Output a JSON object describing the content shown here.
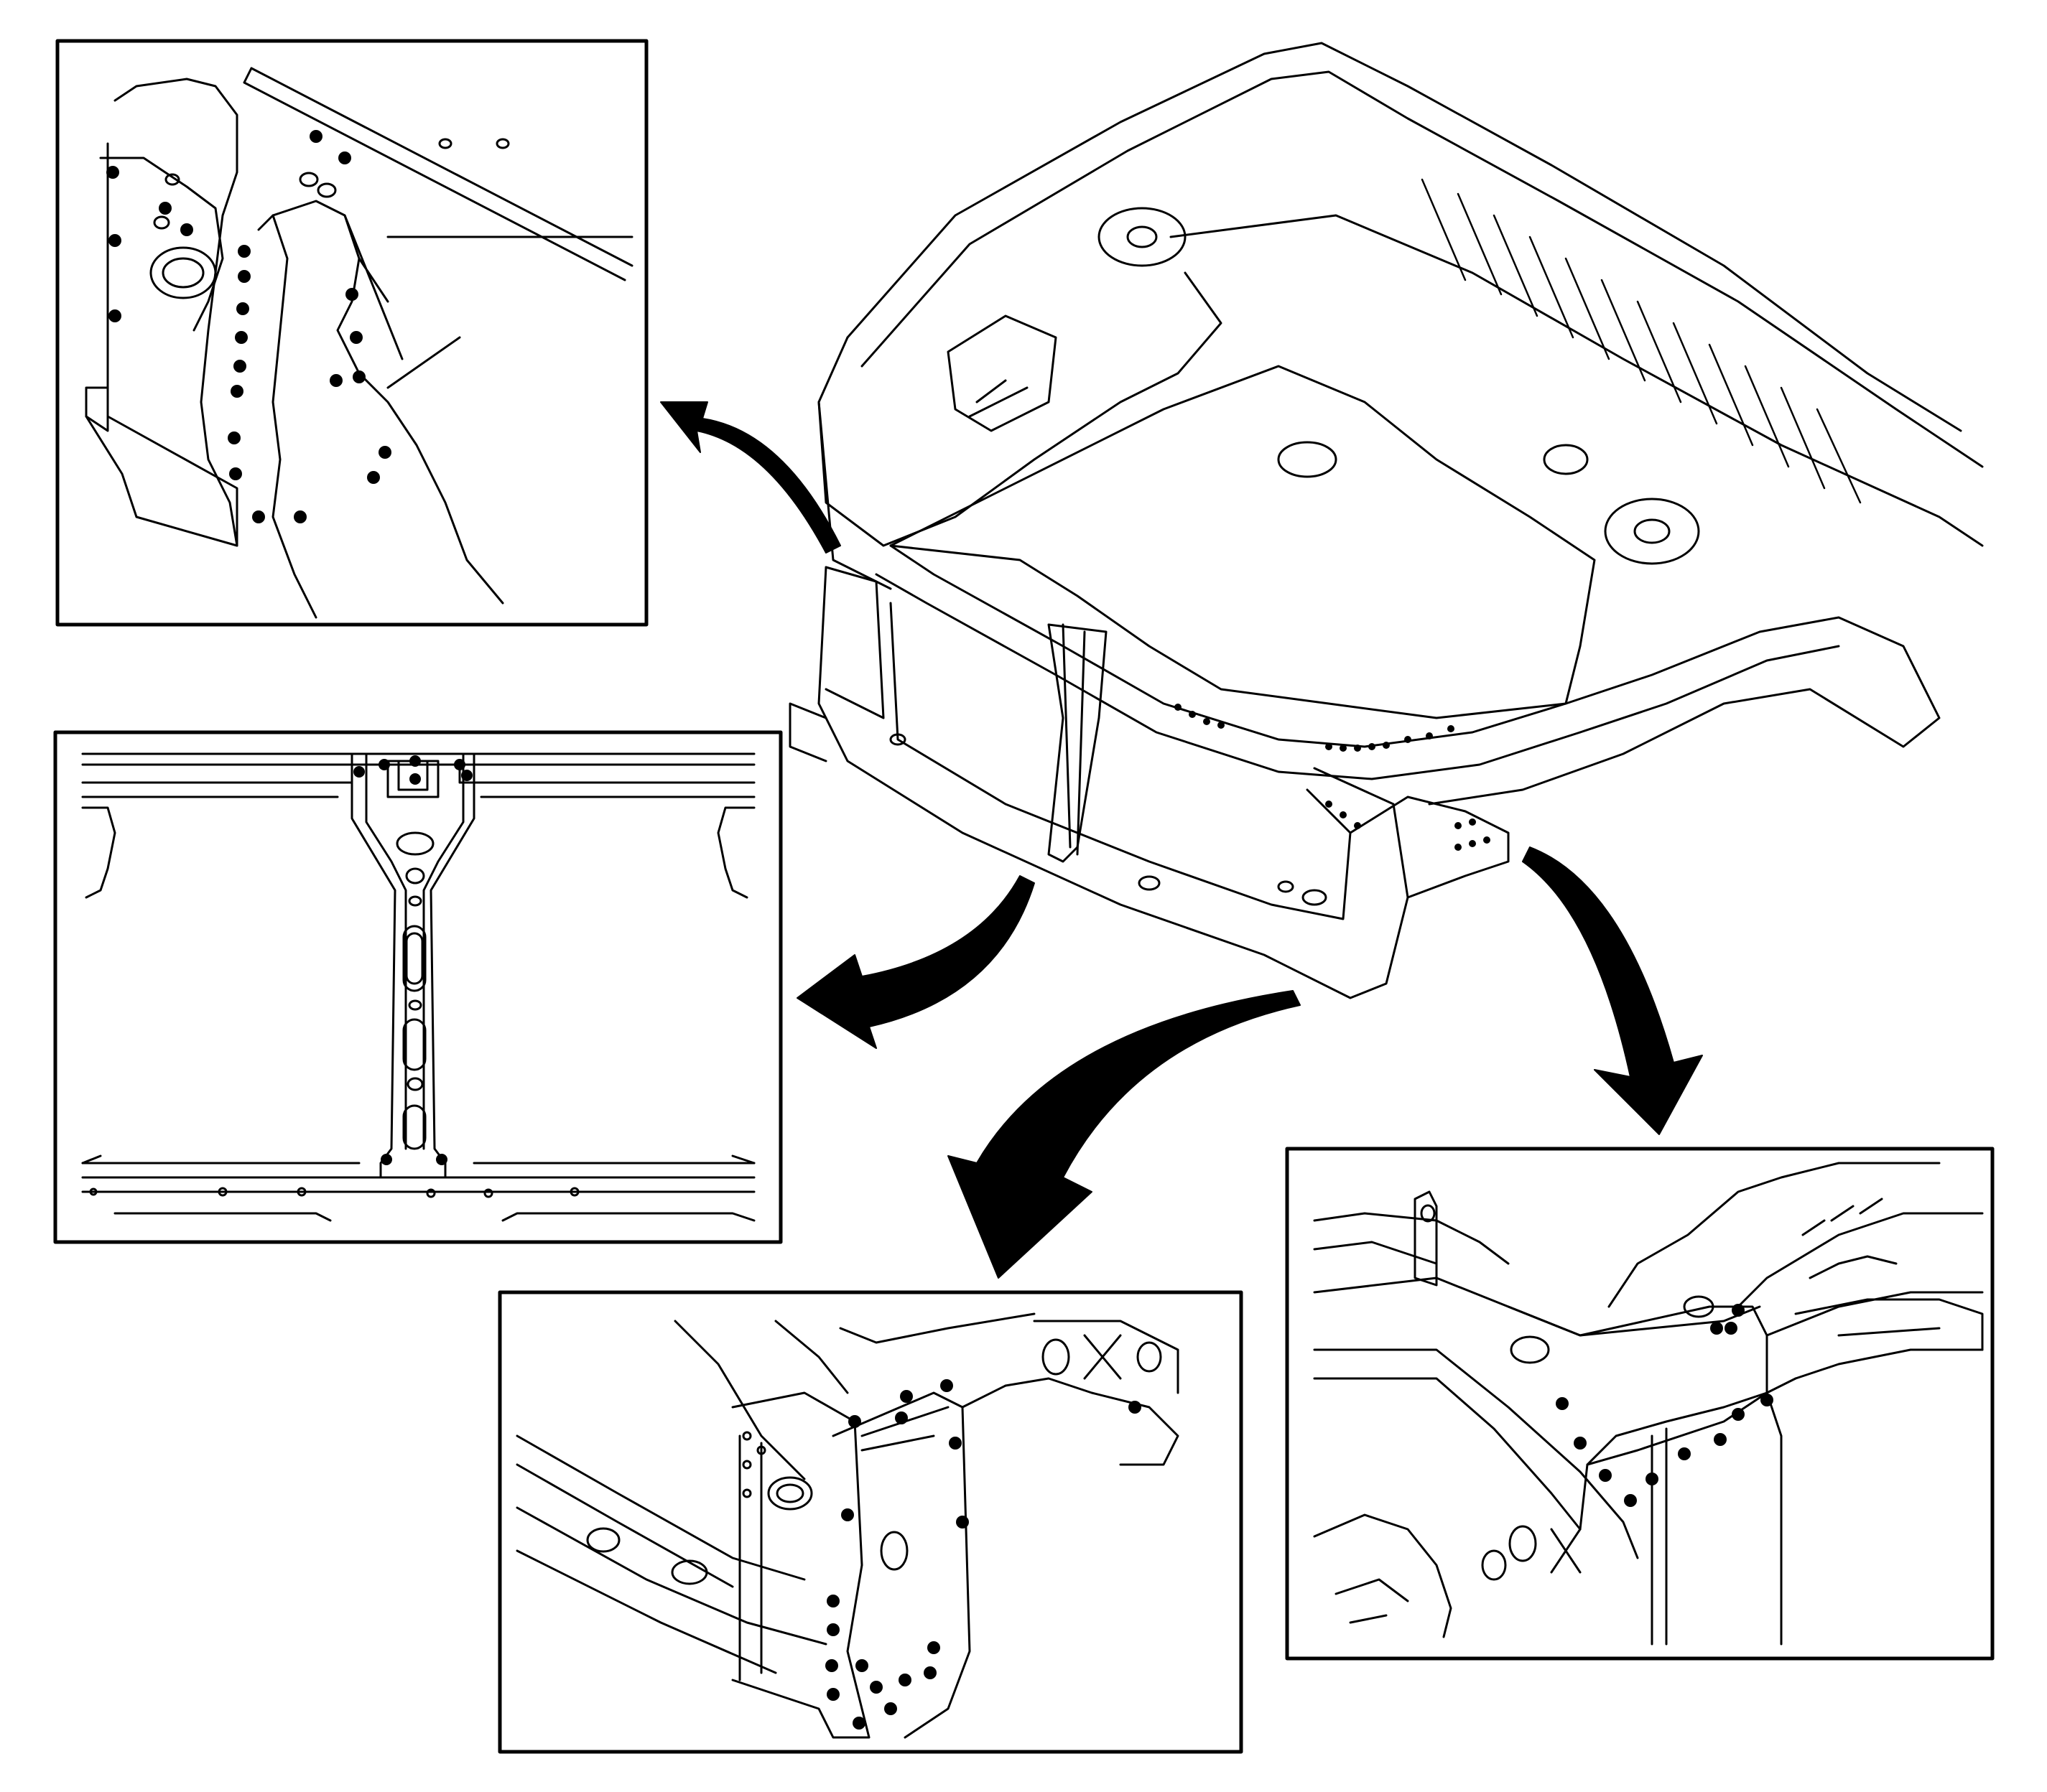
{
  "figure": {
    "kind": "line-art service diagram",
    "description_visible_text": "",
    "colors": {
      "ink": "#000000",
      "paper": "#ffffff"
    }
  },
  "main_view": {
    "name": "front-end-body-structure"
  },
  "detail_views": [
    {
      "id": "upper-left",
      "name": "detail-upper-left-rail"
    },
    {
      "id": "center-support",
      "name": "detail-radiator-support-center"
    },
    {
      "id": "lower-center",
      "name": "detail-lower-left-rail"
    },
    {
      "id": "lower-right",
      "name": "detail-lower-right-rail"
    }
  ],
  "callout_arrows": [
    {
      "name": "arrow-to-upper-left-detail"
    },
    {
      "name": "arrow-to-center-detail"
    },
    {
      "name": "arrow-to-lower-center-detail"
    },
    {
      "name": "arrow-to-lower-right-detail"
    }
  ],
  "weld_spot_marker": {
    "shape": "filled-circle",
    "color": "#000000"
  }
}
